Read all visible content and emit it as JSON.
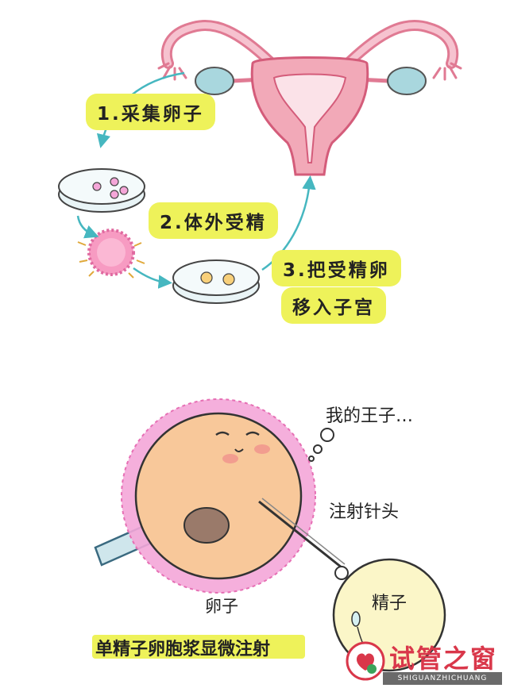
{
  "steps": [
    {
      "label": "1.采集卵子"
    },
    {
      "label": "2.体外受精"
    },
    {
      "label": "3.把受精卵",
      "label_line2": "移入子宫"
    }
  ],
  "icsi": {
    "thought": "我的王子…",
    "needle_label": "注射针头",
    "egg_label": "卵子",
    "sperm_label": "精子",
    "caption": "单精子卵胞浆显微注射"
  },
  "watermark": {
    "title": "试管之窗",
    "subtitle": "SHIGUANZHICHUANG"
  },
  "colors": {
    "highlight": "#eef25a",
    "uterus": "#f2a9b8",
    "ovary": "#a9d7de",
    "egg": "#f8c89a",
    "egg_halo": "#f4a6d8",
    "sperm_bg": "#fbf6c8",
    "arrow": "#46b7c0",
    "logo": "#d9374a"
  }
}
